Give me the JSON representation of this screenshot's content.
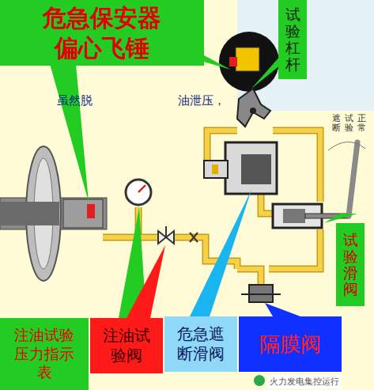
{
  "diagram": {
    "nodes": [
      {
        "text": [
          "危急保安器 偏心飞锤"
        ]
      },
      {
        "text": [
          "试验杠杆"
        ]
      },
      {
        "text": [
          "试验滑阀"
        ]
      },
      {
        "text": [
          "注油试验压力指示表"
        ]
      },
      {
        "text": [
          "注油试验阀"
        ]
      },
      {
        "text": [
          "危急遮断滑阀"
        ]
      },
      {
        "text": [
          "隔膜阀"
        ]
      }
    ],
    "labels": [
      "虽然脱",
      "油泄压，",
      "遮断",
      "试验",
      "正常",
      "火力发电集控运行"
    ]
  }
}
